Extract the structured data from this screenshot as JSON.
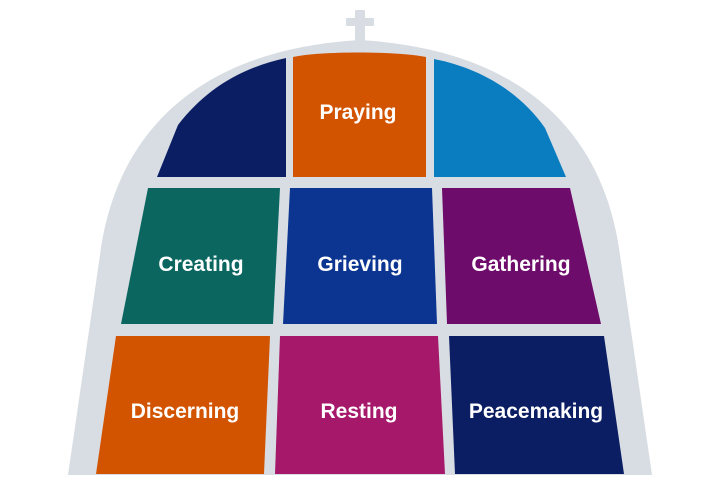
{
  "diagram": {
    "frame_color": "#d8dde3",
    "cross_color": "#d8dde3",
    "panes": [
      {
        "id": "top-left",
        "label": "",
        "color": "#0b1e63"
      },
      {
        "id": "top-center",
        "label": "Praying",
        "color": "#d35400"
      },
      {
        "id": "top-right",
        "label": "",
        "color": "#0a7dc0"
      },
      {
        "id": "middle-left",
        "label": "Creating",
        "color": "#0b6660"
      },
      {
        "id": "middle-center",
        "label": "Grieving",
        "color": "#0c3592"
      },
      {
        "id": "middle-right",
        "label": "Gathering",
        "color": "#6e0c6b"
      },
      {
        "id": "bottom-left",
        "label": "Discerning",
        "color": "#d35400"
      },
      {
        "id": "bottom-center",
        "label": "Resting",
        "color": "#a5186a"
      },
      {
        "id": "bottom-right",
        "label": "Peacemaking",
        "color": "#0b1e63"
      }
    ]
  }
}
